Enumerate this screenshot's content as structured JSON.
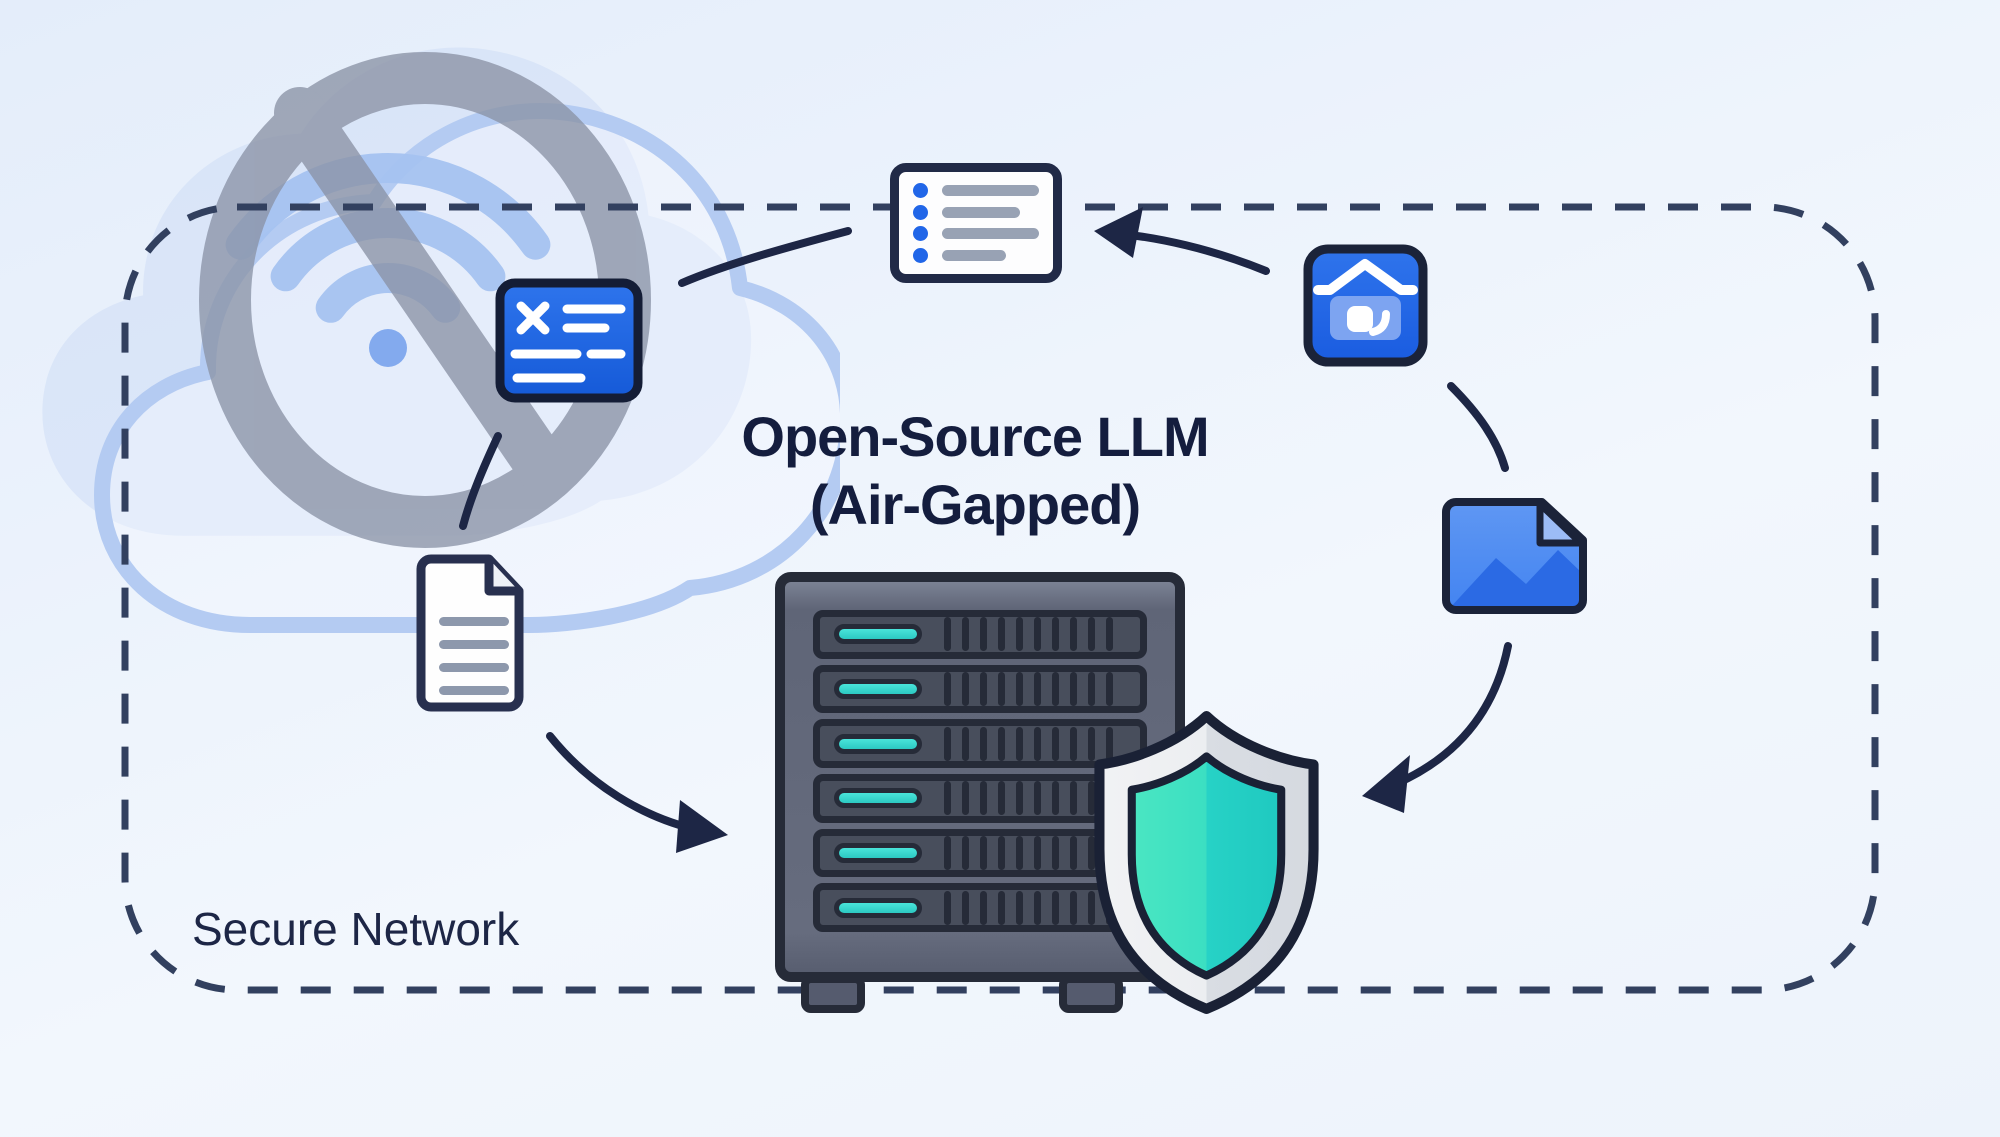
{
  "diagram": {
    "title": {
      "line1": "Open-Source LLM",
      "line2": "(Air-Gapped)"
    },
    "boundary": {
      "label": "Secure Network"
    },
    "server": {
      "units": 6,
      "slats_per_unit": 10
    },
    "list_card": {
      "rows": 4
    },
    "document": {
      "lines": 4
    },
    "colors": {
      "accent_blue": "#2b70ea",
      "teal_led": "#2fd6c8",
      "shield_teal_left": "#45e4c0",
      "shield_teal_right": "#29d2c8",
      "shield_rim": "#e9ebee",
      "navy_ink": "#141d3e",
      "arrow_navy": "#1d2645",
      "dashed_border": "#32405f",
      "cloud_blue": "#b4cbf2",
      "prohibition_gray": "#8b93a6",
      "server_gray": "#666c7e"
    },
    "icons": [
      "no-wifi-cloud-icon",
      "data-file-x-icon",
      "checklist-card-icon",
      "home-app-icon",
      "image-file-icon",
      "text-document-icon",
      "server-rack-icon",
      "security-shield-icon"
    ]
  }
}
